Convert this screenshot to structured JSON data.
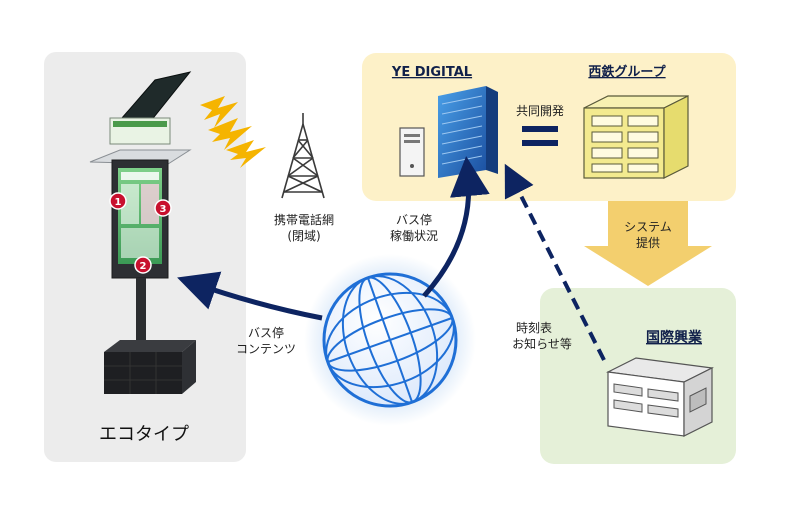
{
  "panels": {
    "eco_type": {
      "caption": "エコタイプ",
      "bg": "#ececec"
    },
    "ye_digital": {
      "title": "YE DIGITAL",
      "bg": "#fdf1c8"
    },
    "nishitetsu": {
      "title": "西鉄グループ"
    },
    "kokusai": {
      "title": "国際興業",
      "bg": "#e5f0d8"
    }
  },
  "labels": {
    "joint_development": "共同開発",
    "equals": "=",
    "system_provision_line1": "システム",
    "system_provision_line2": "提供",
    "mobile_network_line1": "携帯電話網",
    "mobile_network_line2": "(閉域)",
    "bus_stop_status_line1": "バス停",
    "bus_stop_status_line2": "稼働状況",
    "bus_stop_content_line1": "バス停",
    "bus_stop_content_line2": "コンテンツ",
    "timetable_line1": "時刻表",
    "timetable_line2": "お知らせ等"
  },
  "badges": [
    "1",
    "2",
    "3"
  ],
  "colors": {
    "navy_arrow": "#0d2461",
    "badge_red": "#c8102e",
    "lightning": "#f5b400",
    "globe_blue": "#1f6fd6",
    "system_arrow": "#f3cf6e"
  }
}
